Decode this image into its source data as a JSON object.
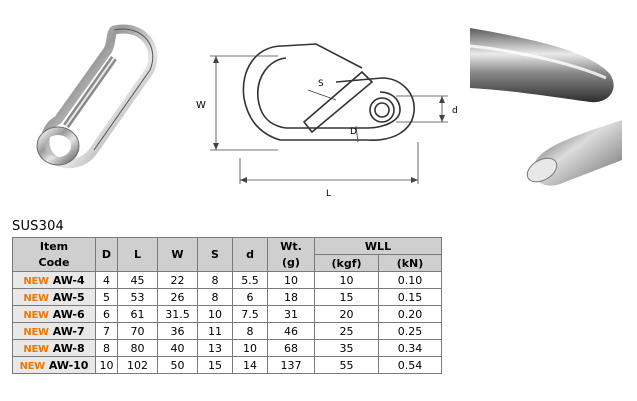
{
  "material": "SUS304",
  "diagram_labels": {
    "w": "W",
    "s": "S",
    "d_small": "d",
    "d_big": "D",
    "l": "L"
  },
  "table": {
    "headers": {
      "code_line1": "Item",
      "code_line2": "Code",
      "d": "D",
      "l": "L",
      "w": "W",
      "s": "S",
      "dd": "d",
      "wt_line1": "Wt.",
      "wt_line2": "(g)",
      "wll": "WLL",
      "kgf": "(kgf)",
      "kn": "(kN)"
    },
    "new_label": "NEW",
    "rows": [
      {
        "code": "AW-4",
        "d": "4",
        "l": "45",
        "w": "22",
        "s": "8",
        "dd": "5.5",
        "wt": "10",
        "kgf": "10",
        "kn": "0.10"
      },
      {
        "code": "AW-5",
        "d": "5",
        "l": "53",
        "w": "26",
        "s": "8",
        "dd": "6",
        "wt": "18",
        "kgf": "15",
        "kn": "0.15"
      },
      {
        "code": "AW-6",
        "d": "6",
        "l": "61",
        "w": "31.5",
        "s": "10",
        "dd": "7.5",
        "wt": "31",
        "kgf": "20",
        "kn": "0.20"
      },
      {
        "code": "AW-7",
        "d": "7",
        "l": "70",
        "w": "36",
        "s": "11",
        "dd": "8",
        "wt": "46",
        "kgf": "25",
        "kn": "0.25"
      },
      {
        "code": "AW-8",
        "d": "8",
        "l": "80",
        "w": "40",
        "s": "13",
        "dd": "10",
        "wt": "68",
        "kgf": "35",
        "kn": "0.34"
      },
      {
        "code": "AW-10",
        "d": "10",
        "l": "102",
        "w": "50",
        "s": "15",
        "dd": "14",
        "wt": "137",
        "kgf": "55",
        "kn": "0.54"
      }
    ]
  }
}
